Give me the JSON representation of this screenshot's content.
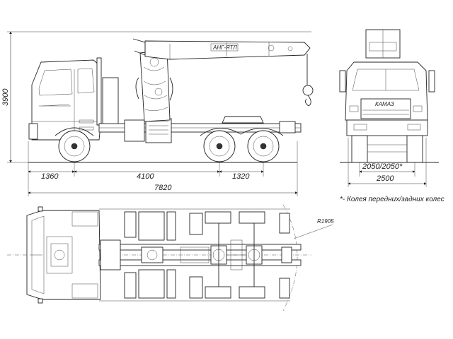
{
  "dimensions": {
    "height": "3900",
    "front_overhang": "1360",
    "wheelbase": "4100",
    "bogie": "1320",
    "overall_length": "7820",
    "track": "2050/2050*",
    "width": "2500",
    "turn_radius": "R1905"
  },
  "labels": {
    "crane_brand": "АНГ-ЯТЛ",
    "grille_brand": "КАМАЗ"
  },
  "footnote": "*- Колея передних/задних колес"
}
